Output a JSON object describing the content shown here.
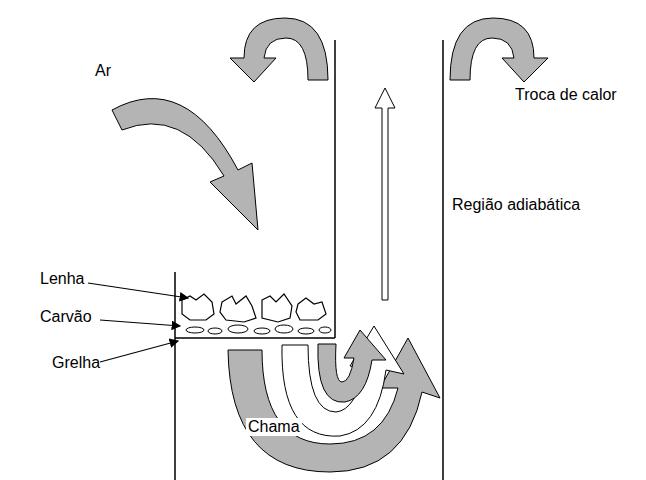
{
  "diagram": {
    "labels": [
      "Ar",
      "Troca de calor",
      "Região adiabática",
      "Lenha",
      "Carvão",
      "Grelha",
      "Chama"
    ]
  }
}
